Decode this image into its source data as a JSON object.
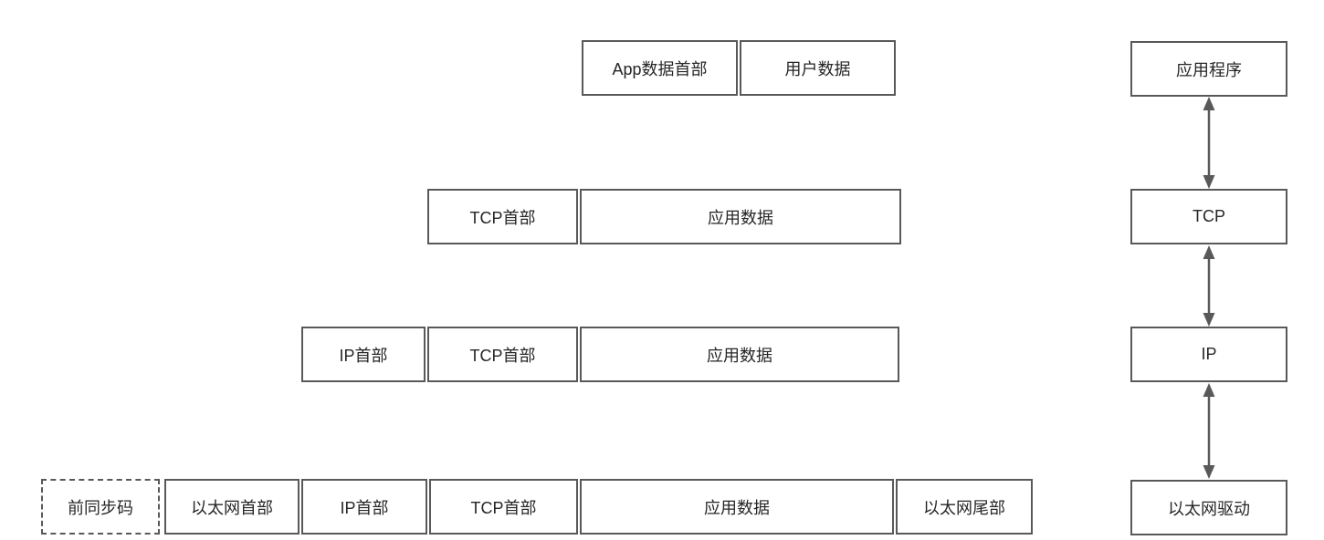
{
  "rows": [
    {
      "name": "application-message-row",
      "cells": [
        {
          "label": "App数据首部"
        },
        {
          "label": "用户数据"
        }
      ]
    },
    {
      "name": "tcp-segment-row",
      "cells": [
        {
          "label": "TCP首部"
        },
        {
          "label": "应用数据"
        }
      ]
    },
    {
      "name": "ip-datagram-row",
      "cells": [
        {
          "label": "IP首部"
        },
        {
          "label": "TCP首部"
        },
        {
          "label": "应用数据"
        }
      ]
    },
    {
      "name": "ethernet-frame-row",
      "cells": [
        {
          "label": "前同步码",
          "border": "dashed"
        },
        {
          "label": "以太网首部"
        },
        {
          "label": "IP首部"
        },
        {
          "label": "TCP首部"
        },
        {
          "label": "应用数据"
        },
        {
          "label": "以太网尾部"
        }
      ]
    }
  ],
  "layers": [
    {
      "label": "应用程序"
    },
    {
      "label": "TCP"
    },
    {
      "label": "IP"
    },
    {
      "label": "以太网驱动"
    }
  ],
  "arrows": [
    {
      "between": "应用程序-TCP",
      "direction": "bidirectional"
    },
    {
      "between": "TCP-IP",
      "direction": "bidirectional"
    },
    {
      "between": "IP-以太网驱动",
      "direction": "bidirectional"
    }
  ],
  "colors": {
    "border": "#595959",
    "text": "#262626",
    "arrow": "#595959",
    "background": "#ffffff"
  }
}
